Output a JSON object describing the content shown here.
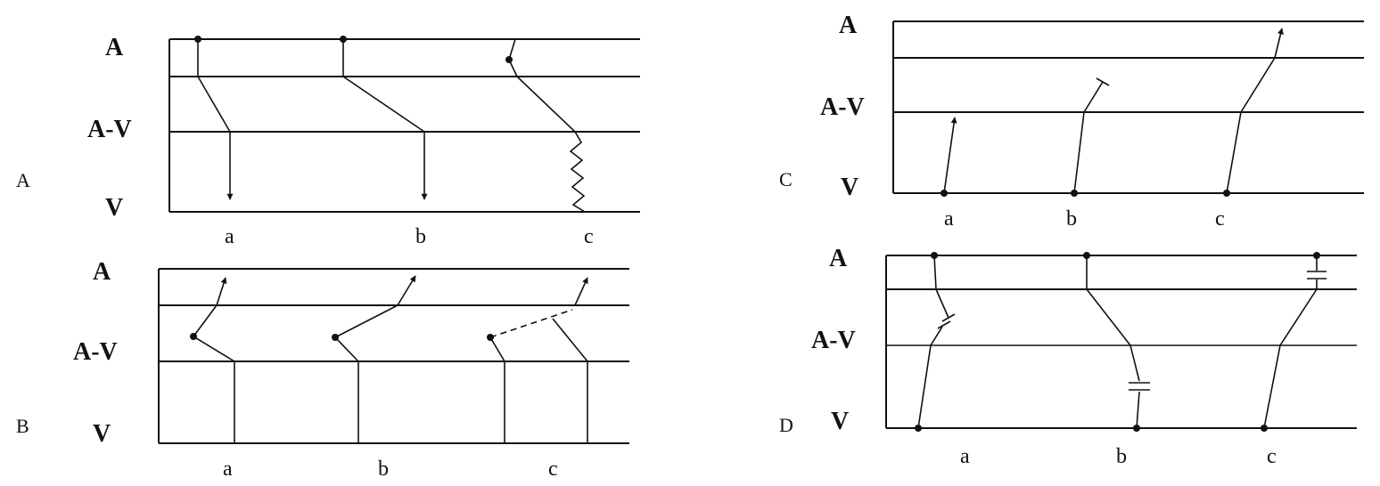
{
  "panels": [
    {
      "label": "A",
      "rows": [
        "A",
        "A-V",
        "V"
      ],
      "columns": [
        "a",
        "b",
        "c"
      ]
    },
    {
      "label": "B",
      "rows": [
        "A",
        "A-V",
        "V"
      ],
      "columns": [
        "a",
        "b",
        "c"
      ]
    },
    {
      "label": "C",
      "rows": [
        "A",
        "A-V",
        "V"
      ],
      "columns": [
        "a",
        "b",
        "c"
      ]
    },
    {
      "label": "D",
      "rows": [
        "A",
        "A-V",
        "V"
      ],
      "columns": [
        "a",
        "b",
        "c"
      ]
    }
  ]
}
